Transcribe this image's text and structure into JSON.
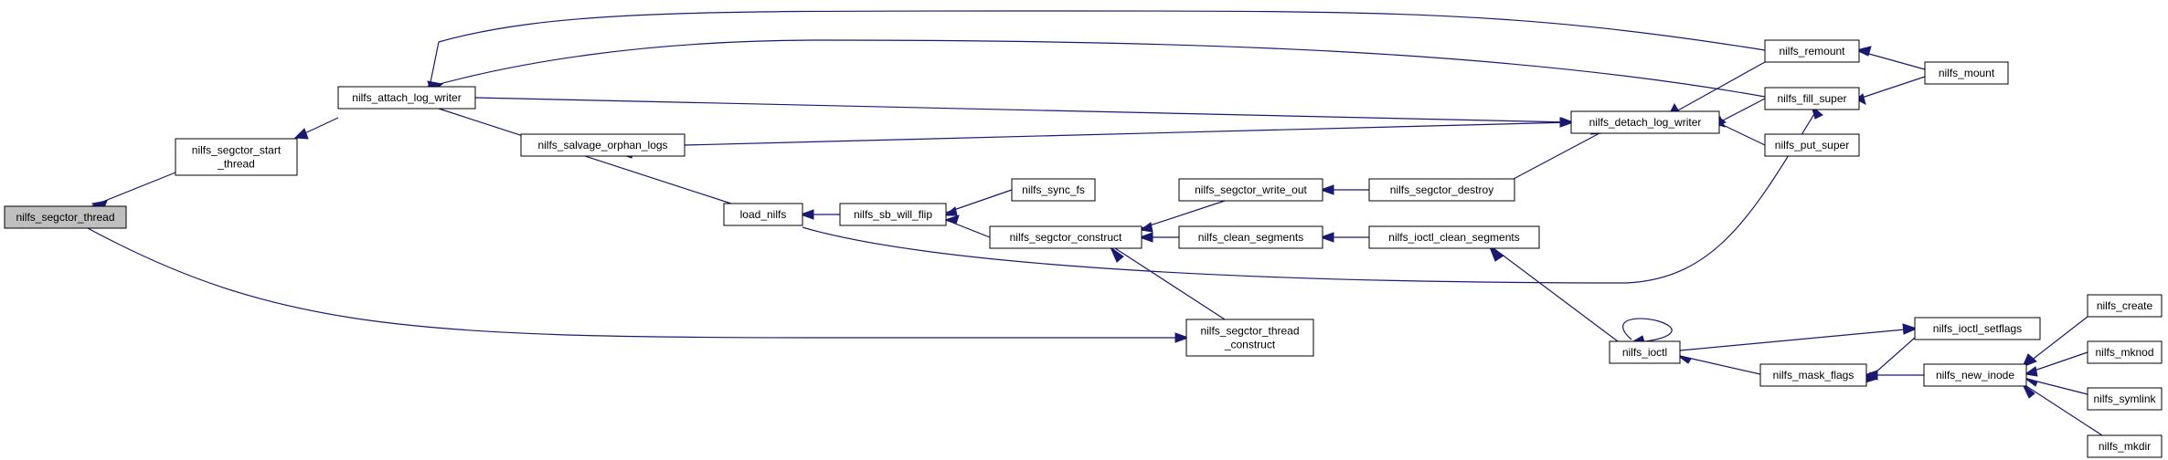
{
  "graph": {
    "colors": {
      "node_fill": "#ffffff",
      "root_fill": "#bfbfbf",
      "edge": "#191970",
      "border": "#000000"
    },
    "nodes": [
      {
        "id": "n0",
        "lines": [
          "nilfs_segctor_thread"
        ],
        "root": true
      },
      {
        "id": "n1",
        "lines": [
          "nilfs_segctor_start",
          "_thread"
        ]
      },
      {
        "id": "n2",
        "lines": [
          "nilfs_attach_log_writer"
        ]
      },
      {
        "id": "n3",
        "lines": [
          "nilfs_remount"
        ]
      },
      {
        "id": "n4",
        "lines": [
          "nilfs_mount"
        ]
      },
      {
        "id": "n5",
        "lines": [
          "nilfs_fill_super"
        ]
      },
      {
        "id": "n6",
        "lines": [
          "nilfs_salvage_orphan_logs"
        ]
      },
      {
        "id": "n7",
        "lines": [
          "nilfs_detach_log_writer"
        ]
      },
      {
        "id": "n8",
        "lines": [
          "nilfs_put_super"
        ]
      },
      {
        "id": "n9",
        "lines": [
          "load_nilfs"
        ]
      },
      {
        "id": "n10",
        "lines": [
          "nilfs_sb_will_flip"
        ]
      },
      {
        "id": "n11",
        "lines": [
          "nilfs_sync_fs"
        ]
      },
      {
        "id": "n12",
        "lines": [
          "nilfs_segctor_construct"
        ]
      },
      {
        "id": "n13",
        "lines": [
          "nilfs_segctor_write_out"
        ]
      },
      {
        "id": "n14",
        "lines": [
          "nilfs_segctor_destroy"
        ]
      },
      {
        "id": "n15",
        "lines": [
          "nilfs_clean_segments"
        ]
      },
      {
        "id": "n16",
        "lines": [
          "nilfs_ioctl_clean_segments"
        ]
      },
      {
        "id": "n17",
        "lines": [
          "nilfs_segctor_thread",
          "_construct"
        ]
      },
      {
        "id": "n18",
        "lines": [
          "nilfs_ioctl"
        ]
      },
      {
        "id": "n19",
        "lines": [
          "nilfs_ioctl_setflags"
        ]
      },
      {
        "id": "n20",
        "lines": [
          "nilfs_mask_flags"
        ]
      },
      {
        "id": "n21",
        "lines": [
          "nilfs_new_inode"
        ]
      },
      {
        "id": "n22",
        "lines": [
          "nilfs_create"
        ]
      },
      {
        "id": "n23",
        "lines": [
          "nilfs_mknod"
        ]
      },
      {
        "id": "n24",
        "lines": [
          "nilfs_symlink"
        ]
      },
      {
        "id": "n25",
        "lines": [
          "nilfs_mkdir"
        ]
      }
    ]
  }
}
